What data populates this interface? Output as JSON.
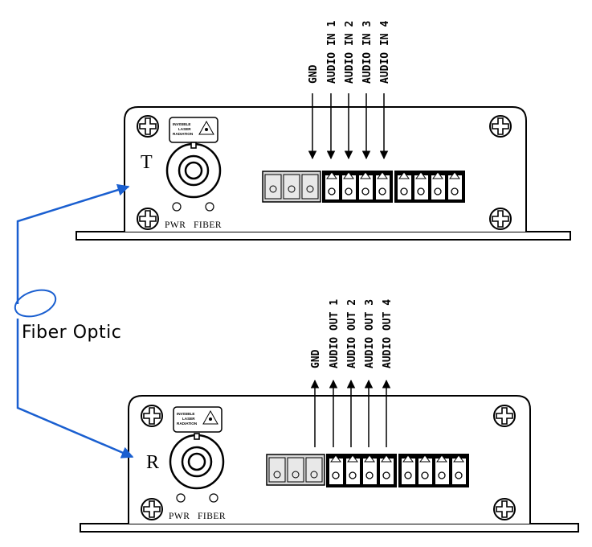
{
  "transmitter": {
    "unit_letter": "T",
    "led_labels": [
      "PWR",
      "FIBER"
    ],
    "warning_lines": [
      "INVISIBLE",
      "LASER",
      "RADIATION"
    ],
    "pins": [
      "GND",
      "AUDIO IN 1",
      "AUDIO IN 2",
      "AUDIO IN 3",
      "AUDIO IN 4"
    ]
  },
  "receiver": {
    "unit_letter": "R",
    "led_labels": [
      "PWR",
      "FIBER"
    ],
    "warning_lines": [
      "INVISIBLE",
      "LASER",
      "RADIATION"
    ],
    "pins": [
      "GND",
      "AUDIO OUT 1",
      "AUDIO OUT 2",
      "AUDIO OUT 3",
      "AUDIO OUT 4"
    ]
  },
  "link": {
    "label": "Fiber Optic",
    "color": "#1a5fd0"
  },
  "colors": {
    "connector_grey": "#d8d8d8",
    "outline": "#000000"
  }
}
